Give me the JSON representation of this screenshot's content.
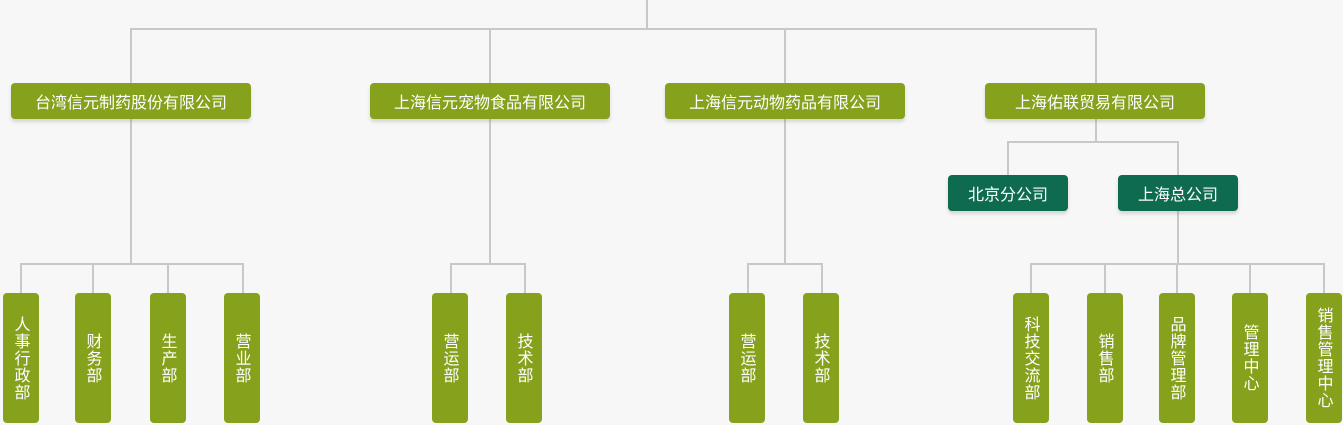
{
  "colors": {
    "background": "#f7f7f7",
    "connector": "#c8c8c8",
    "company_green": "#86a11c",
    "branch_green": "#0f6b4f",
    "text": "#ffffff"
  },
  "companies": [
    {
      "name": "台湾信元制药股份有限公司",
      "departments": [
        "人事行政部",
        "财务部",
        "生产部",
        "营业部"
      ]
    },
    {
      "name": "上海信元宠物食品有限公司",
      "departments": [
        "营运部",
        "技术部"
      ]
    },
    {
      "name": "上海信元动物药品有限公司",
      "departments": [
        "营运部",
        "技术部"
      ]
    },
    {
      "name": "上海佑联贸易有限公司",
      "branches": [
        "北京分公司",
        "上海总公司"
      ],
      "departments": [
        "科技交流部",
        "销售部",
        "品牌管理部",
        "管理中心",
        "销售管理中心"
      ]
    }
  ]
}
